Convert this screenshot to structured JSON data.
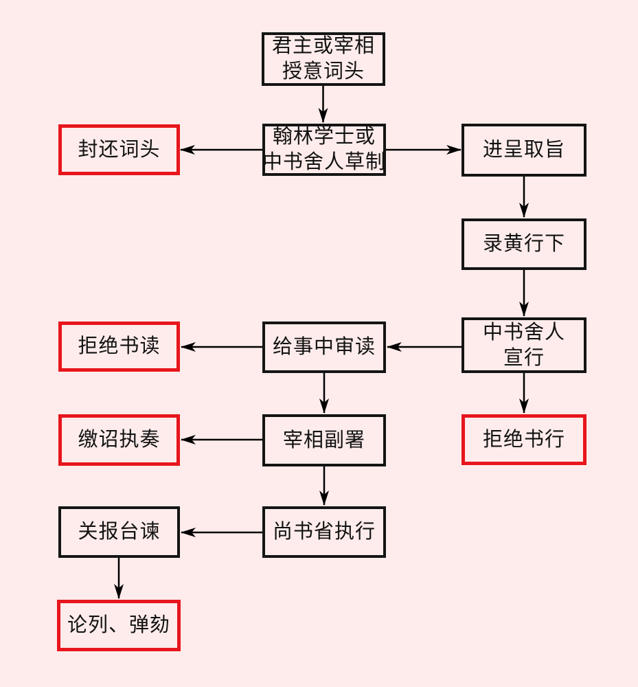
{
  "page": {
    "background_color": "#fdeceb"
  },
  "flowchart": {
    "description": "Flowchart of imperial edict drafting and review process",
    "colors": {
      "normal_border": "#141414",
      "highlight_border": "#e8151c",
      "arrow": "#000000",
      "text": "#121212"
    },
    "nodes": [
      {
        "id": "emperor-directive",
        "lines": [
          "君主或宰相",
          "授意词头"
        ],
        "style": "normal"
      },
      {
        "id": "hanlin-drafting",
        "lines": [
          "翰林学士或",
          "中书舍人草制"
        ],
        "style": "normal"
      },
      {
        "id": "return-cihou",
        "lines": [
          "封还词头"
        ],
        "style": "highlight"
      },
      {
        "id": "present-for-approval",
        "lines": [
          "进呈取旨"
        ],
        "style": "normal"
      },
      {
        "id": "luhuang-xingxia",
        "lines": [
          "录黄行下"
        ],
        "style": "normal"
      },
      {
        "id": "zhongshu-sheren-xuanxing",
        "lines": [
          "中书舍人",
          "宣行"
        ],
        "style": "normal"
      },
      {
        "id": "refuse-shudu",
        "lines": [
          "拒绝书读"
        ],
        "style": "highlight"
      },
      {
        "id": "jishizhong-review",
        "lines": [
          "给事中审读"
        ],
        "style": "normal"
      },
      {
        "id": "jiaozhao-zhizou",
        "lines": [
          "缴诏执奏"
        ],
        "style": "highlight"
      },
      {
        "id": "zaixiang-countersign",
        "lines": [
          "宰相副署"
        ],
        "style": "normal"
      },
      {
        "id": "refuse-shuxing",
        "lines": [
          "拒绝书行"
        ],
        "style": "highlight"
      },
      {
        "id": "guanbao-taijian",
        "lines": [
          "关报台谏"
        ],
        "style": "normal"
      },
      {
        "id": "shangshusheng-execute",
        "lines": [
          "尚书省执行"
        ],
        "style": "normal"
      },
      {
        "id": "lunlie-tanhe",
        "lines": [
          "论列、弹劾"
        ],
        "style": "highlight"
      }
    ],
    "edges": [
      {
        "from": "emperor-directive",
        "to": "hanlin-drafting"
      },
      {
        "from": "hanlin-drafting",
        "to": "return-cihou"
      },
      {
        "from": "hanlin-drafting",
        "to": "present-for-approval"
      },
      {
        "from": "present-for-approval",
        "to": "luhuang-xingxia"
      },
      {
        "from": "luhuang-xingxia",
        "to": "zhongshu-sheren-xuanxing"
      },
      {
        "from": "zhongshu-sheren-xuanxing",
        "to": "jishizhong-review"
      },
      {
        "from": "zhongshu-sheren-xuanxing",
        "to": "refuse-shuxing"
      },
      {
        "from": "jishizhong-review",
        "to": "refuse-shudu"
      },
      {
        "from": "jishizhong-review",
        "to": "zaixiang-countersign"
      },
      {
        "from": "zaixiang-countersign",
        "to": "jiaozhao-zhizou"
      },
      {
        "from": "zaixiang-countersign",
        "to": "shangshusheng-execute"
      },
      {
        "from": "shangshusheng-execute",
        "to": "guanbao-taijian"
      },
      {
        "from": "guanbao-taijian",
        "to": "lunlie-tanhe"
      }
    ]
  }
}
